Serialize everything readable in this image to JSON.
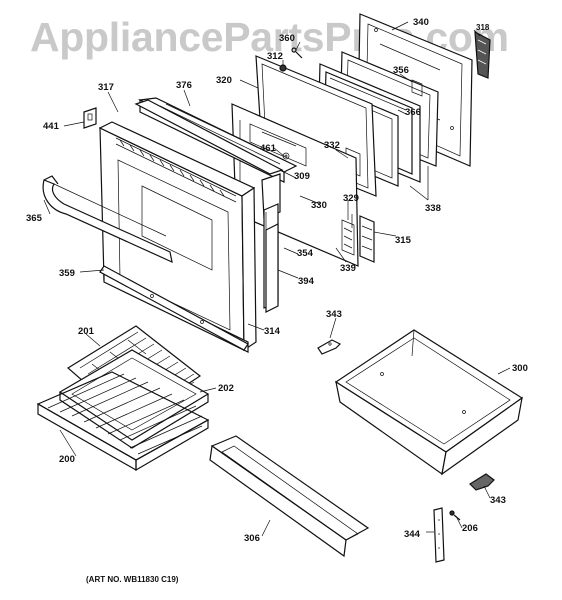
{
  "watermark": "AppliancePartsPros.com",
  "art_number": "(ART NO. WB11830 C19)",
  "callouts": {
    "c200": "200",
    "c201": "201",
    "c202": "202",
    "c206": "206",
    "c300": "300",
    "c306": "306",
    "c309": "309",
    "c312": "312",
    "c314": "314",
    "c315": "315",
    "c317": "317",
    "c318": "318",
    "c320": "320",
    "c329": "329",
    "c330": "330",
    "c332": "332",
    "c338": "338",
    "c339": "339",
    "c340": "340",
    "c343a": "343",
    "c343b": "343",
    "c344": "344",
    "c354": "354",
    "c356": "356",
    "c359": "359",
    "c360": "360",
    "c365": "365",
    "c366": "366",
    "c376": "376",
    "c394": "394",
    "c441": "441",
    "c461": "461"
  }
}
